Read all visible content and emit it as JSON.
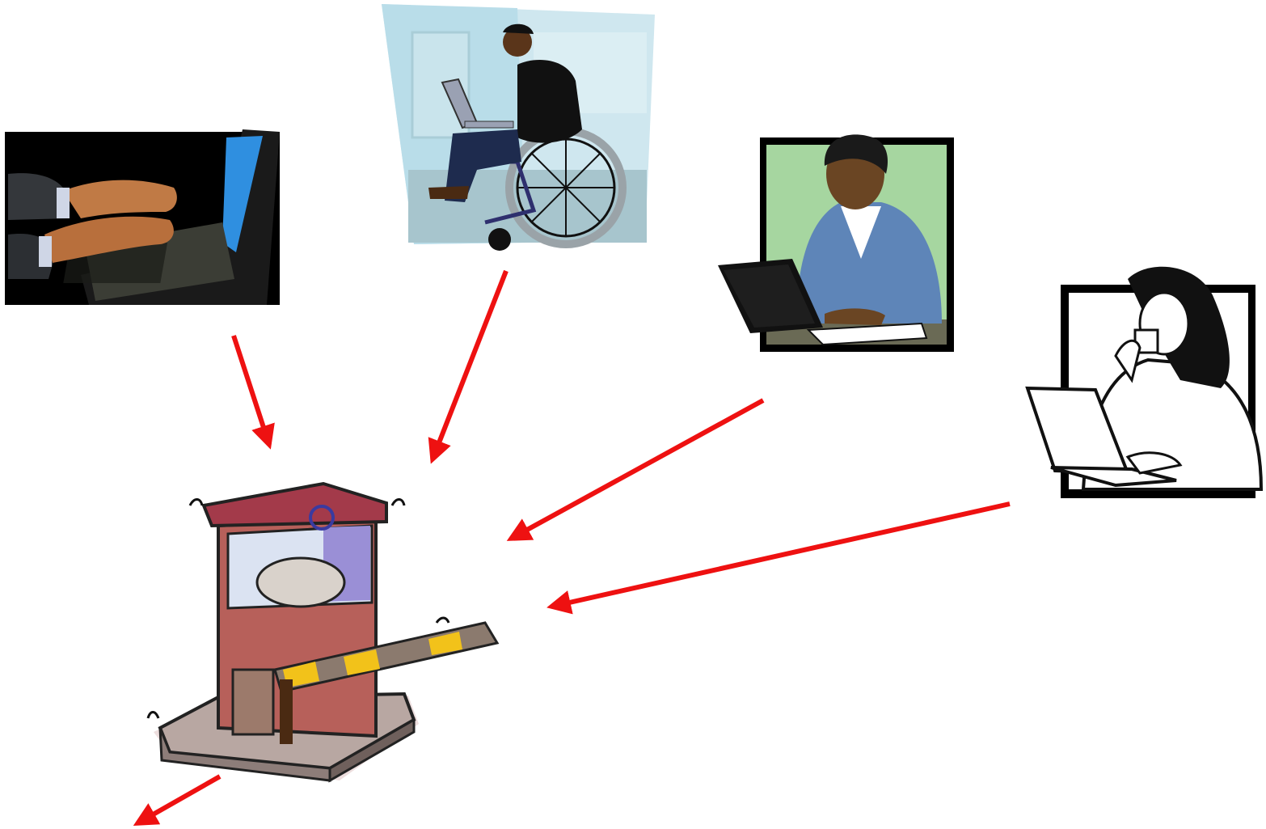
{
  "diagram": {
    "colors": {
      "background": "#ffffff",
      "arrow": "#ee1111",
      "booth_wall": "#b7605a",
      "booth_roof": "#a33a4a",
      "gate_stripe": "#f2c21a"
    },
    "nodes": [
      {
        "id": "typing-hands",
        "icon": "hands-typing-on-laptop-icon"
      },
      {
        "id": "wheelchair-user",
        "icon": "man-in-wheelchair-with-laptop-icon"
      },
      {
        "id": "man-at-laptop",
        "icon": "man-working-at-laptop-icon"
      },
      {
        "id": "woman-with-coffee",
        "icon": "woman-drinking-coffee-at-laptop-icon"
      },
      {
        "id": "gatekeeper",
        "icon": "security-guard-booth-with-barrier-gate-icon"
      }
    ],
    "edges": [
      {
        "from": "typing-hands",
        "to": "gatekeeper"
      },
      {
        "from": "wheelchair-user",
        "to": "gatekeeper"
      },
      {
        "from": "man-at-laptop",
        "to": "gatekeeper"
      },
      {
        "from": "woman-with-coffee",
        "to": "gatekeeper"
      },
      {
        "from": "gatekeeper",
        "to": "outside"
      }
    ]
  }
}
